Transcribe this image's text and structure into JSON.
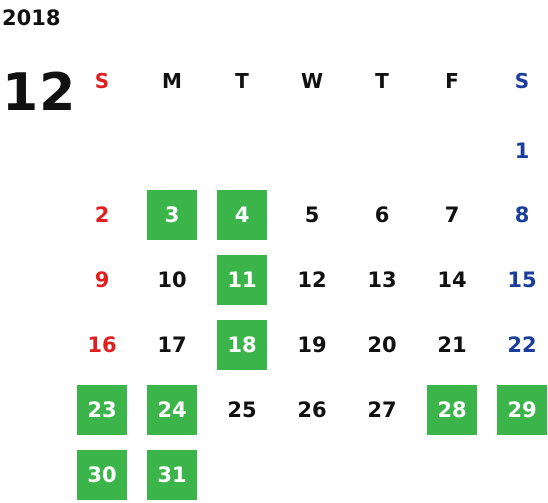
{
  "year": "2018",
  "month": "12",
  "weekdays": [
    "S",
    "M",
    "T",
    "W",
    "T",
    "F",
    "S"
  ],
  "colors": {
    "sunday": "#e02020",
    "saturday": "#1a3e9a",
    "weekday": "#111111",
    "highlight": "#3bb54a"
  },
  "days": [
    {
      "label": "1",
      "highlight": false
    },
    {
      "label": "2",
      "highlight": false
    },
    {
      "label": "3",
      "highlight": true
    },
    {
      "label": "4",
      "highlight": true
    },
    {
      "label": "5",
      "highlight": false
    },
    {
      "label": "6",
      "highlight": false
    },
    {
      "label": "7",
      "highlight": false
    },
    {
      "label": "8",
      "highlight": false
    },
    {
      "label": "9",
      "highlight": false
    },
    {
      "label": "10",
      "highlight": false
    },
    {
      "label": "11",
      "highlight": true
    },
    {
      "label": "12",
      "highlight": false
    },
    {
      "label": "13",
      "highlight": false
    },
    {
      "label": "14",
      "highlight": false
    },
    {
      "label": "15",
      "highlight": false
    },
    {
      "label": "16",
      "highlight": false
    },
    {
      "label": "17",
      "highlight": false
    },
    {
      "label": "18",
      "highlight": true
    },
    {
      "label": "19",
      "highlight": false
    },
    {
      "label": "20",
      "highlight": false
    },
    {
      "label": "21",
      "highlight": false
    },
    {
      "label": "22",
      "highlight": false
    },
    {
      "label": "23",
      "highlight": true
    },
    {
      "label": "24",
      "highlight": true
    },
    {
      "label": "25",
      "highlight": false
    },
    {
      "label": "26",
      "highlight": false
    },
    {
      "label": "27",
      "highlight": false
    },
    {
      "label": "28",
      "highlight": true
    },
    {
      "label": "29",
      "highlight": true
    },
    {
      "label": "30",
      "highlight": true
    },
    {
      "label": "31",
      "highlight": true
    }
  ]
}
